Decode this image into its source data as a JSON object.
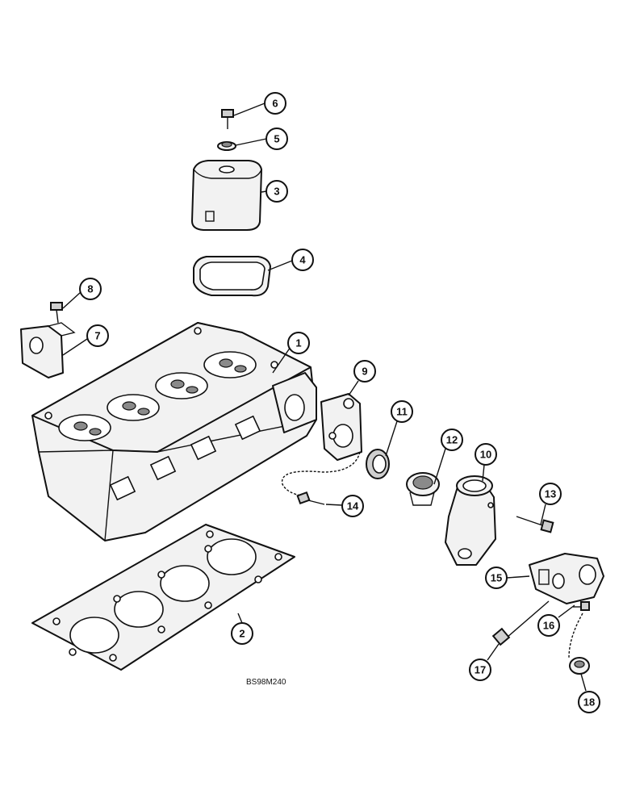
{
  "figure_code": "BS98M240",
  "callouts": [
    {
      "id": "1",
      "label": "1"
    },
    {
      "id": "2",
      "label": "2"
    },
    {
      "id": "3",
      "label": "3"
    },
    {
      "id": "4",
      "label": "4"
    },
    {
      "id": "5",
      "label": "5"
    },
    {
      "id": "6",
      "label": "6"
    },
    {
      "id": "7",
      "label": "7"
    },
    {
      "id": "8",
      "label": "8"
    },
    {
      "id": "9",
      "label": "9"
    },
    {
      "id": "10",
      "label": "10"
    },
    {
      "id": "11",
      "label": "11"
    },
    {
      "id": "12",
      "label": "12"
    },
    {
      "id": "13",
      "label": "13"
    },
    {
      "id": "14",
      "label": "14"
    },
    {
      "id": "15",
      "label": "15"
    },
    {
      "id": "16",
      "label": "16"
    },
    {
      "id": "17",
      "label": "17"
    },
    {
      "id": "18",
      "label": "18"
    }
  ]
}
